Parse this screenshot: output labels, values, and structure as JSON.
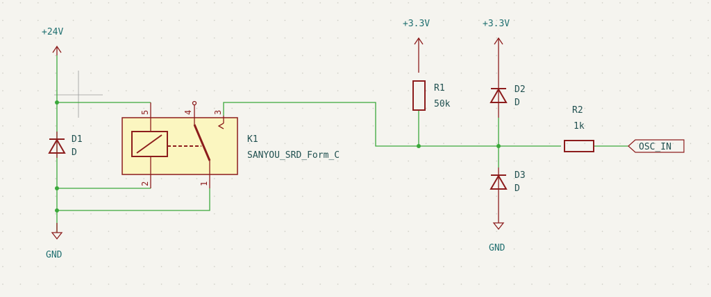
{
  "colors": {
    "background": "#f5f4ef",
    "wire": "#3aa83a",
    "component": "#8c1c1c",
    "relay_body": "#fbf6c0",
    "label_text": "#1f6f70"
  },
  "power": {
    "p24": "+24V",
    "p33_r1": "+3.3V",
    "p33_d2": "+3.3V",
    "gnd_left": "GND",
    "gnd_right": "GND"
  },
  "components": {
    "d1": {
      "ref": "D1",
      "value": "D"
    },
    "d2": {
      "ref": "D2",
      "value": "D"
    },
    "d3": {
      "ref": "D3",
      "value": "D"
    },
    "r1": {
      "ref": "R1",
      "value": "50k"
    },
    "r2": {
      "ref": "R2",
      "value": "1k"
    },
    "k1": {
      "ref": "K1",
      "value": "SANYOU_SRD_Form_C",
      "pins": [
        "5",
        "4",
        "3",
        "2",
        "1"
      ]
    }
  },
  "net_label": "OSC_IN"
}
